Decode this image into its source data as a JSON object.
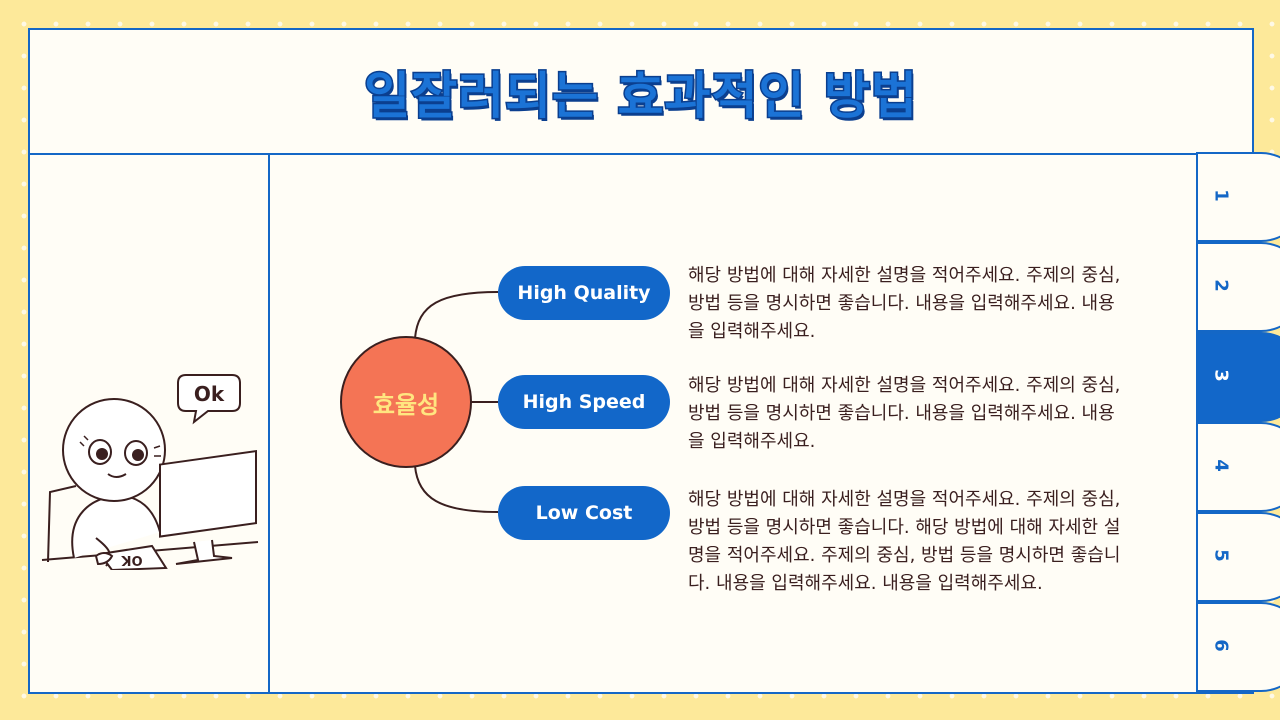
{
  "slide": {
    "title": "일잘러되는 효과적인 방법"
  },
  "illustration": {
    "speech_bubble": "Ok",
    "paper_text": "OK"
  },
  "diagram": {
    "center": "효율성",
    "branches": [
      {
        "label": "High Quality",
        "description": "해당 방법에 대해 자세한 설명을 적어주세요. 주제의 중심, 방법 등을 명시하면 좋습니다. 내용을 입력해주세요. 내용을 입력해주세요."
      },
      {
        "label": "High Speed",
        "description": "해당 방법에 대해 자세한 설명을 적어주세요. 주제의 중심, 방법 등을 명시하면 좋습니다. 내용을 입력해주세요. 내용을 입력해주세요."
      },
      {
        "label": "Low Cost",
        "description": "해당 방법에 대해 자세한 설명을 적어주세요. 주제의 중심, 방법 등을 명시하면 좋습니다. 해당 방법에 대해 자세한 설명을 적어주세요. 주제의 중심, 방법 등을 명시하면 좋습니다. 내용을 입력해주세요. 내용을 입력해주세요."
      }
    ]
  },
  "tabs": [
    {
      "label": "1",
      "active": false
    },
    {
      "label": "2",
      "active": false
    },
    {
      "label": "3",
      "active": true
    },
    {
      "label": "4",
      "active": false
    },
    {
      "label": "5",
      "active": false
    },
    {
      "label": "6",
      "active": false
    }
  ],
  "colors": {
    "background": "#fde99a",
    "frame_border": "#1467c6",
    "pill": "#1267c9",
    "center_node": "#f47455",
    "center_text": "#ffe680",
    "body_text": "#3a1f1f"
  }
}
